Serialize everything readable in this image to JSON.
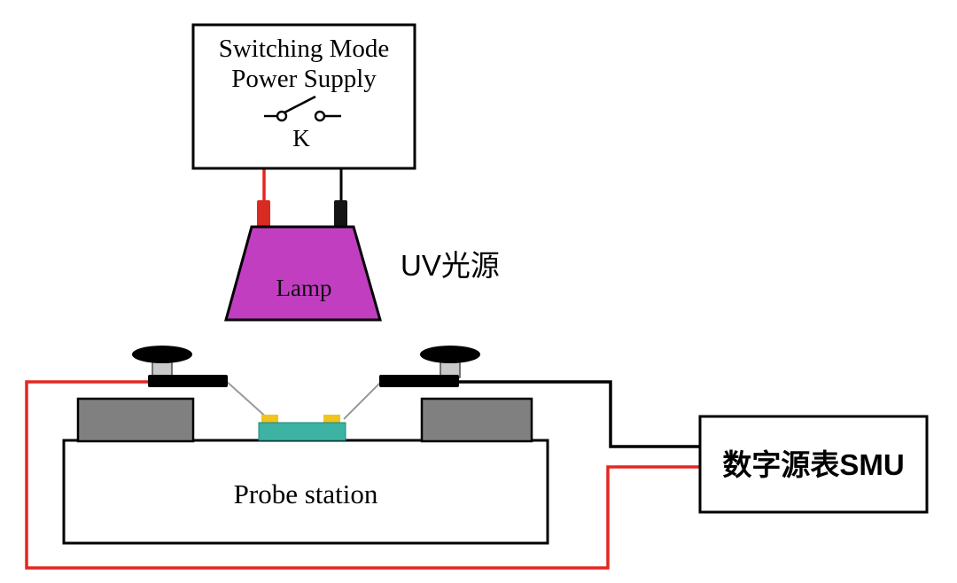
{
  "diagram": {
    "power_supply": {
      "label_line1": "Switching Mode",
      "label_line2": "Power Supply",
      "switch_label": "K"
    },
    "lamp": {
      "label": "Lamp",
      "annotation": "UV光源"
    },
    "probe_station": {
      "label": "Probe station"
    },
    "smu": {
      "label": "数字源表SMU"
    },
    "colors": {
      "lamp_magenta": "#c13ec1",
      "sample_teal": "#3cb3a3",
      "contact_yellow": "#f2c31c",
      "block_gray": "#808080",
      "wire_red": "#e52620",
      "wire_black": "#000000",
      "connector_red": "#d92b21",
      "connector_black": "#141414",
      "needle_gray": "#9a9a9a",
      "stem_gray": "#c9c9c9",
      "box_border": "#000000"
    }
  }
}
